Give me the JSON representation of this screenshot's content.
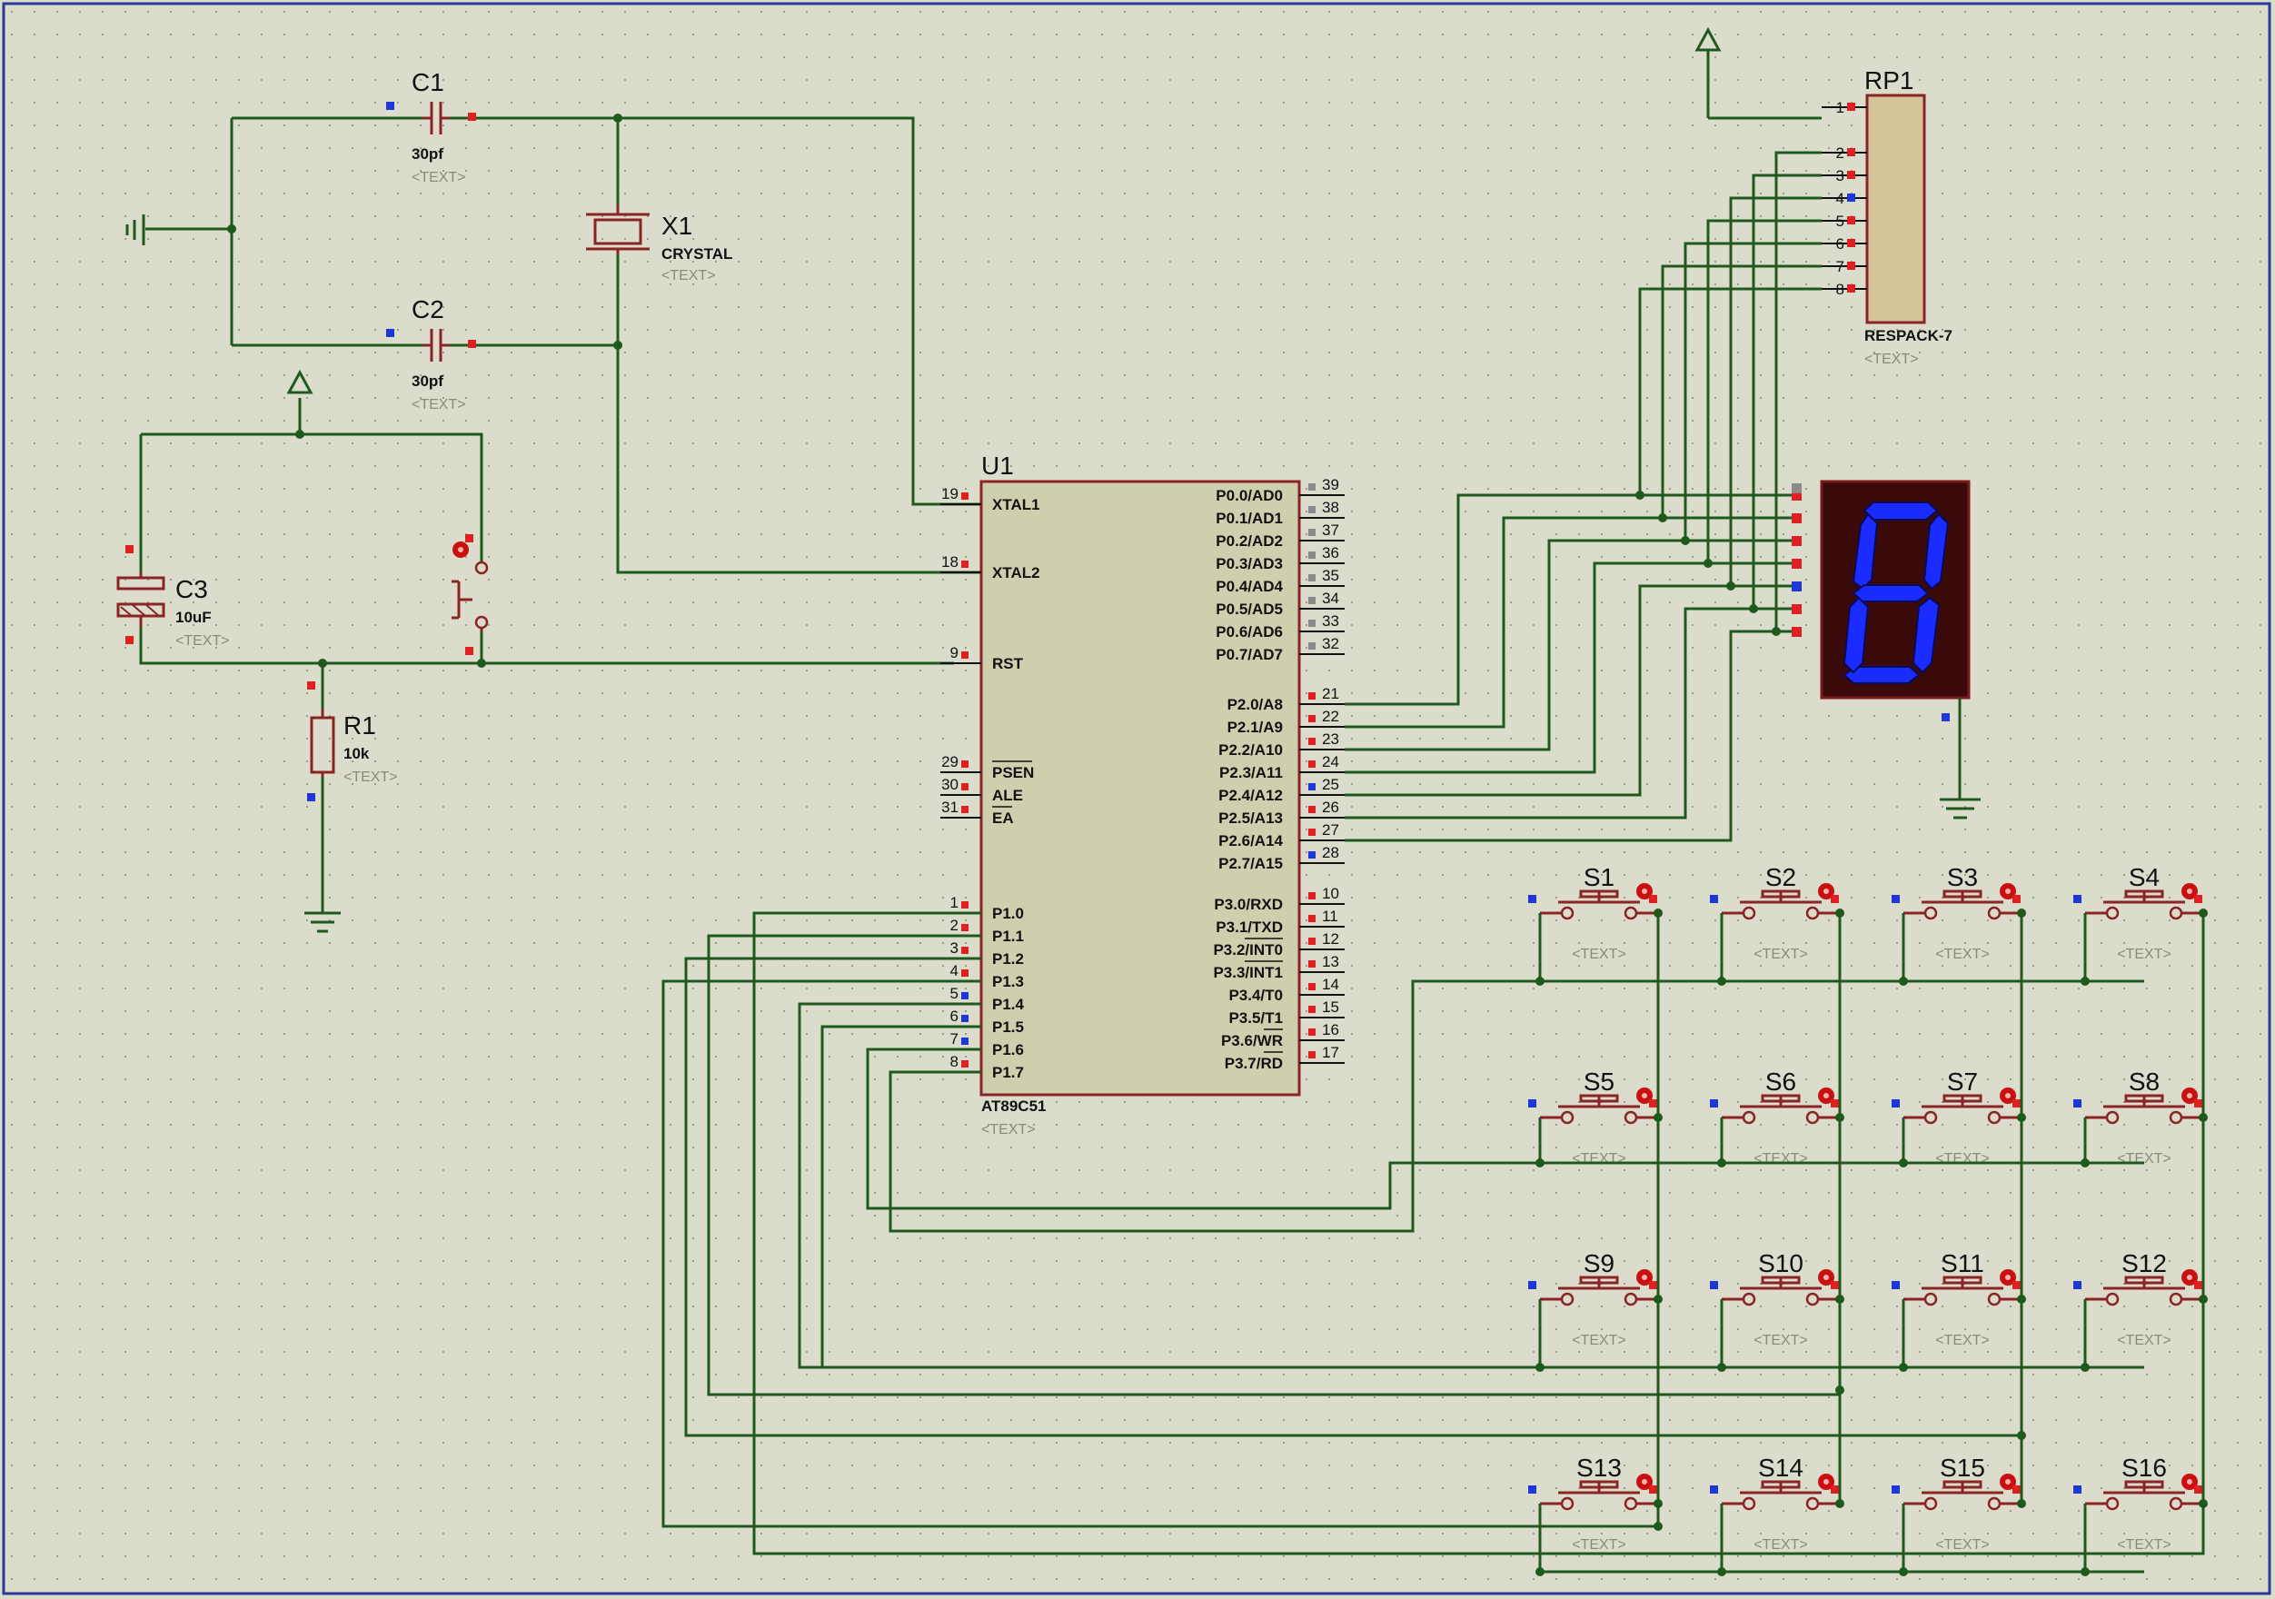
{
  "placeholder": "<TEXT>",
  "chip": {
    "ref": "U1",
    "part": "AT89C51",
    "left_pins": [
      [
        "19",
        "XTAL1"
      ],
      [
        "18",
        "XTAL2"
      ],
      [
        "9",
        "RST"
      ],
      [
        "29",
        "PSEN"
      ],
      [
        "30",
        "ALE"
      ],
      [
        "31",
        "EA"
      ],
      [
        "1",
        "P1.0"
      ],
      [
        "2",
        "P1.1"
      ],
      [
        "3",
        "P1.2"
      ],
      [
        "4",
        "P1.3"
      ],
      [
        "5",
        "P1.4"
      ],
      [
        "6",
        "P1.5"
      ],
      [
        "7",
        "P1.6"
      ],
      [
        "8",
        "P1.7"
      ]
    ],
    "right_pins": [
      [
        "39",
        "P0.0/AD0"
      ],
      [
        "38",
        "P0.1/AD1"
      ],
      [
        "37",
        "P0.2/AD2"
      ],
      [
        "36",
        "P0.3/AD3"
      ],
      [
        "35",
        "P0.4/AD4"
      ],
      [
        "34",
        "P0.5/AD5"
      ],
      [
        "33",
        "P0.6/AD6"
      ],
      [
        "32",
        "P0.7/AD7"
      ],
      [
        "21",
        "P2.0/A8"
      ],
      [
        "22",
        "P2.1/A9"
      ],
      [
        "23",
        "P2.2/A10"
      ],
      [
        "24",
        "P2.3/A11"
      ],
      [
        "25",
        "P2.4/A12"
      ],
      [
        "26",
        "P2.5/A13"
      ],
      [
        "27",
        "P2.6/A14"
      ],
      [
        "28",
        "P2.7/A15"
      ],
      [
        "10",
        "P3.0/RXD"
      ],
      [
        "11",
        "P3.1/TXD"
      ],
      [
        "12",
        "P3.2/INT0"
      ],
      [
        "13",
        "P3.3/INT1"
      ],
      [
        "14",
        "P3.4/T0"
      ],
      [
        "15",
        "P3.5/T1"
      ],
      [
        "16",
        "P3.6/WR"
      ],
      [
        "17",
        "P3.7/RD"
      ]
    ]
  },
  "c1": {
    "ref": "C1",
    "value": "30pf"
  },
  "c2": {
    "ref": "C2",
    "value": "30pf"
  },
  "c3": {
    "ref": "C3",
    "value": "10uF"
  },
  "x1": {
    "ref": "X1",
    "value": "CRYSTAL"
  },
  "r1": {
    "ref": "R1",
    "value": "10k"
  },
  "rp1": {
    "ref": "RP1",
    "value": "RESPACK-7",
    "pins": [
      "1",
      "2",
      "3",
      "4",
      "5",
      "6",
      "7",
      "8"
    ]
  },
  "display": {
    "digit": "8",
    "segment_color": "#1a2cff",
    "body_color": "#3a0a0a"
  },
  "switches": [
    "S1",
    "S2",
    "S3",
    "S4",
    "S5",
    "S6",
    "S7",
    "S8",
    "S9",
    "S10",
    "S11",
    "S12",
    "S13",
    "S14",
    "S15",
    "S16"
  ],
  "colors": {
    "background": "#dcdccc",
    "wire": "#1e5a1e",
    "component": "#8b2525",
    "border": "#2a3a9c"
  }
}
